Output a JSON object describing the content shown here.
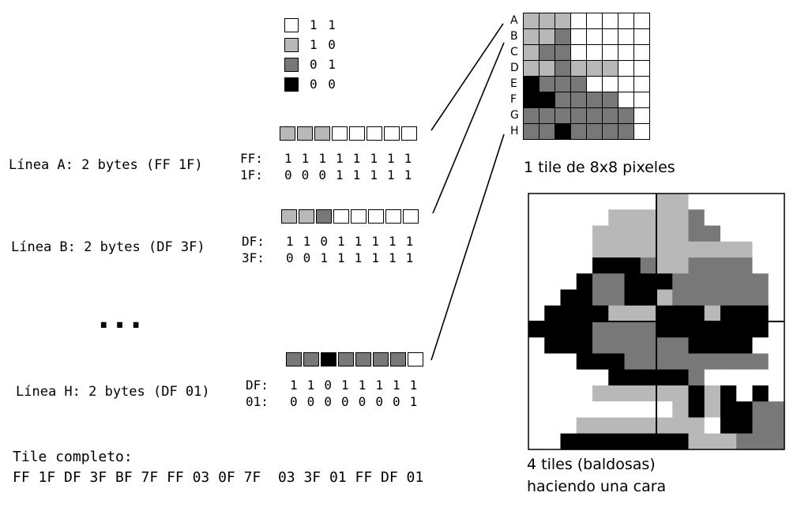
{
  "palette": {
    "0": "#ffffff",
    "1": "#b8b8b8",
    "2": "#787878",
    "3": "#000000"
  },
  "legend": [
    {
      "level": 0,
      "label": "1 1"
    },
    {
      "level": 1,
      "label": "1 0"
    },
    {
      "level": 2,
      "label": "0 1"
    },
    {
      "level": 3,
      "label": "0 0"
    }
  ],
  "lines": [
    {
      "title": "Línea A: 2 bytes (FF 1F)",
      "pixels": [
        1,
        1,
        1,
        0,
        0,
        0,
        0,
        0
      ],
      "bytes": [
        {
          "name": "FF:",
          "bits": "1 1 1 1 1 1 1 1"
        },
        {
          "name": "1F:",
          "bits": "0 0 0 1 1 1 1 1"
        }
      ]
    },
    {
      "title": "Línea B: 2 bytes (DF 3F)",
      "pixels": [
        1,
        1,
        2,
        0,
        0,
        0,
        0,
        0
      ],
      "bytes": [
        {
          "name": "DF:",
          "bits": "1 1 0 1 1 1 1 1"
        },
        {
          "name": "3F:",
          "bits": "0 0 1 1 1 1 1 1"
        }
      ]
    },
    {
      "title": "Línea H: 2 bytes (DF 01)",
      "pixels": [
        2,
        2,
        3,
        2,
        2,
        2,
        2,
        0
      ],
      "bytes": [
        {
          "name": "DF:",
          "bits": "1 1 0 1 1 1 1 1"
        },
        {
          "name": "01:",
          "bits": "0 0 0 0 0 0 0 1"
        }
      ]
    }
  ],
  "ellipsis": "...",
  "tile_complete": {
    "label": "Tile completo:",
    "bytes": "FF 1F DF 3F BF 7F FF 03 0F 7F  03 3F 01 FF DF 01"
  },
  "tile": {
    "row_labels": [
      "A",
      "B",
      "C",
      "D",
      "E",
      "F",
      "G",
      "H"
    ],
    "grid": [
      [
        1,
        1,
        1,
        0,
        0,
        0,
        0,
        0
      ],
      [
        1,
        1,
        2,
        0,
        0,
        0,
        0,
        0
      ],
      [
        1,
        2,
        2,
        0,
        0,
        0,
        0,
        0
      ],
      [
        1,
        1,
        2,
        1,
        1,
        1,
        0,
        0
      ],
      [
        3,
        2,
        2,
        2,
        0,
        0,
        0,
        0
      ],
      [
        3,
        3,
        2,
        2,
        2,
        2,
        0,
        0
      ],
      [
        2,
        2,
        2,
        2,
        2,
        2,
        2,
        0
      ],
      [
        2,
        2,
        3,
        2,
        2,
        2,
        2,
        0
      ]
    ],
    "caption": "1 tile de 8x8 pixeles"
  },
  "face": {
    "caption_line1": "4 tiles (baldosas)",
    "caption_line2": "haciendo una cara",
    "grid": [
      "0000000011000000",
      "0000011111200000",
      "0000111111220000",
      "0000111111111100",
      "0000333211222200",
      "0003223332222220",
      "0033223312222220",
      "0333311133313330",
      "3333222233333330",
      "0333222222333300",
      "0003332222222220",
      "0000033333200000",
      "0000111111313030",
      "0000000001313322",
      "0001111111103322",
      "0033333333111222"
    ]
  }
}
